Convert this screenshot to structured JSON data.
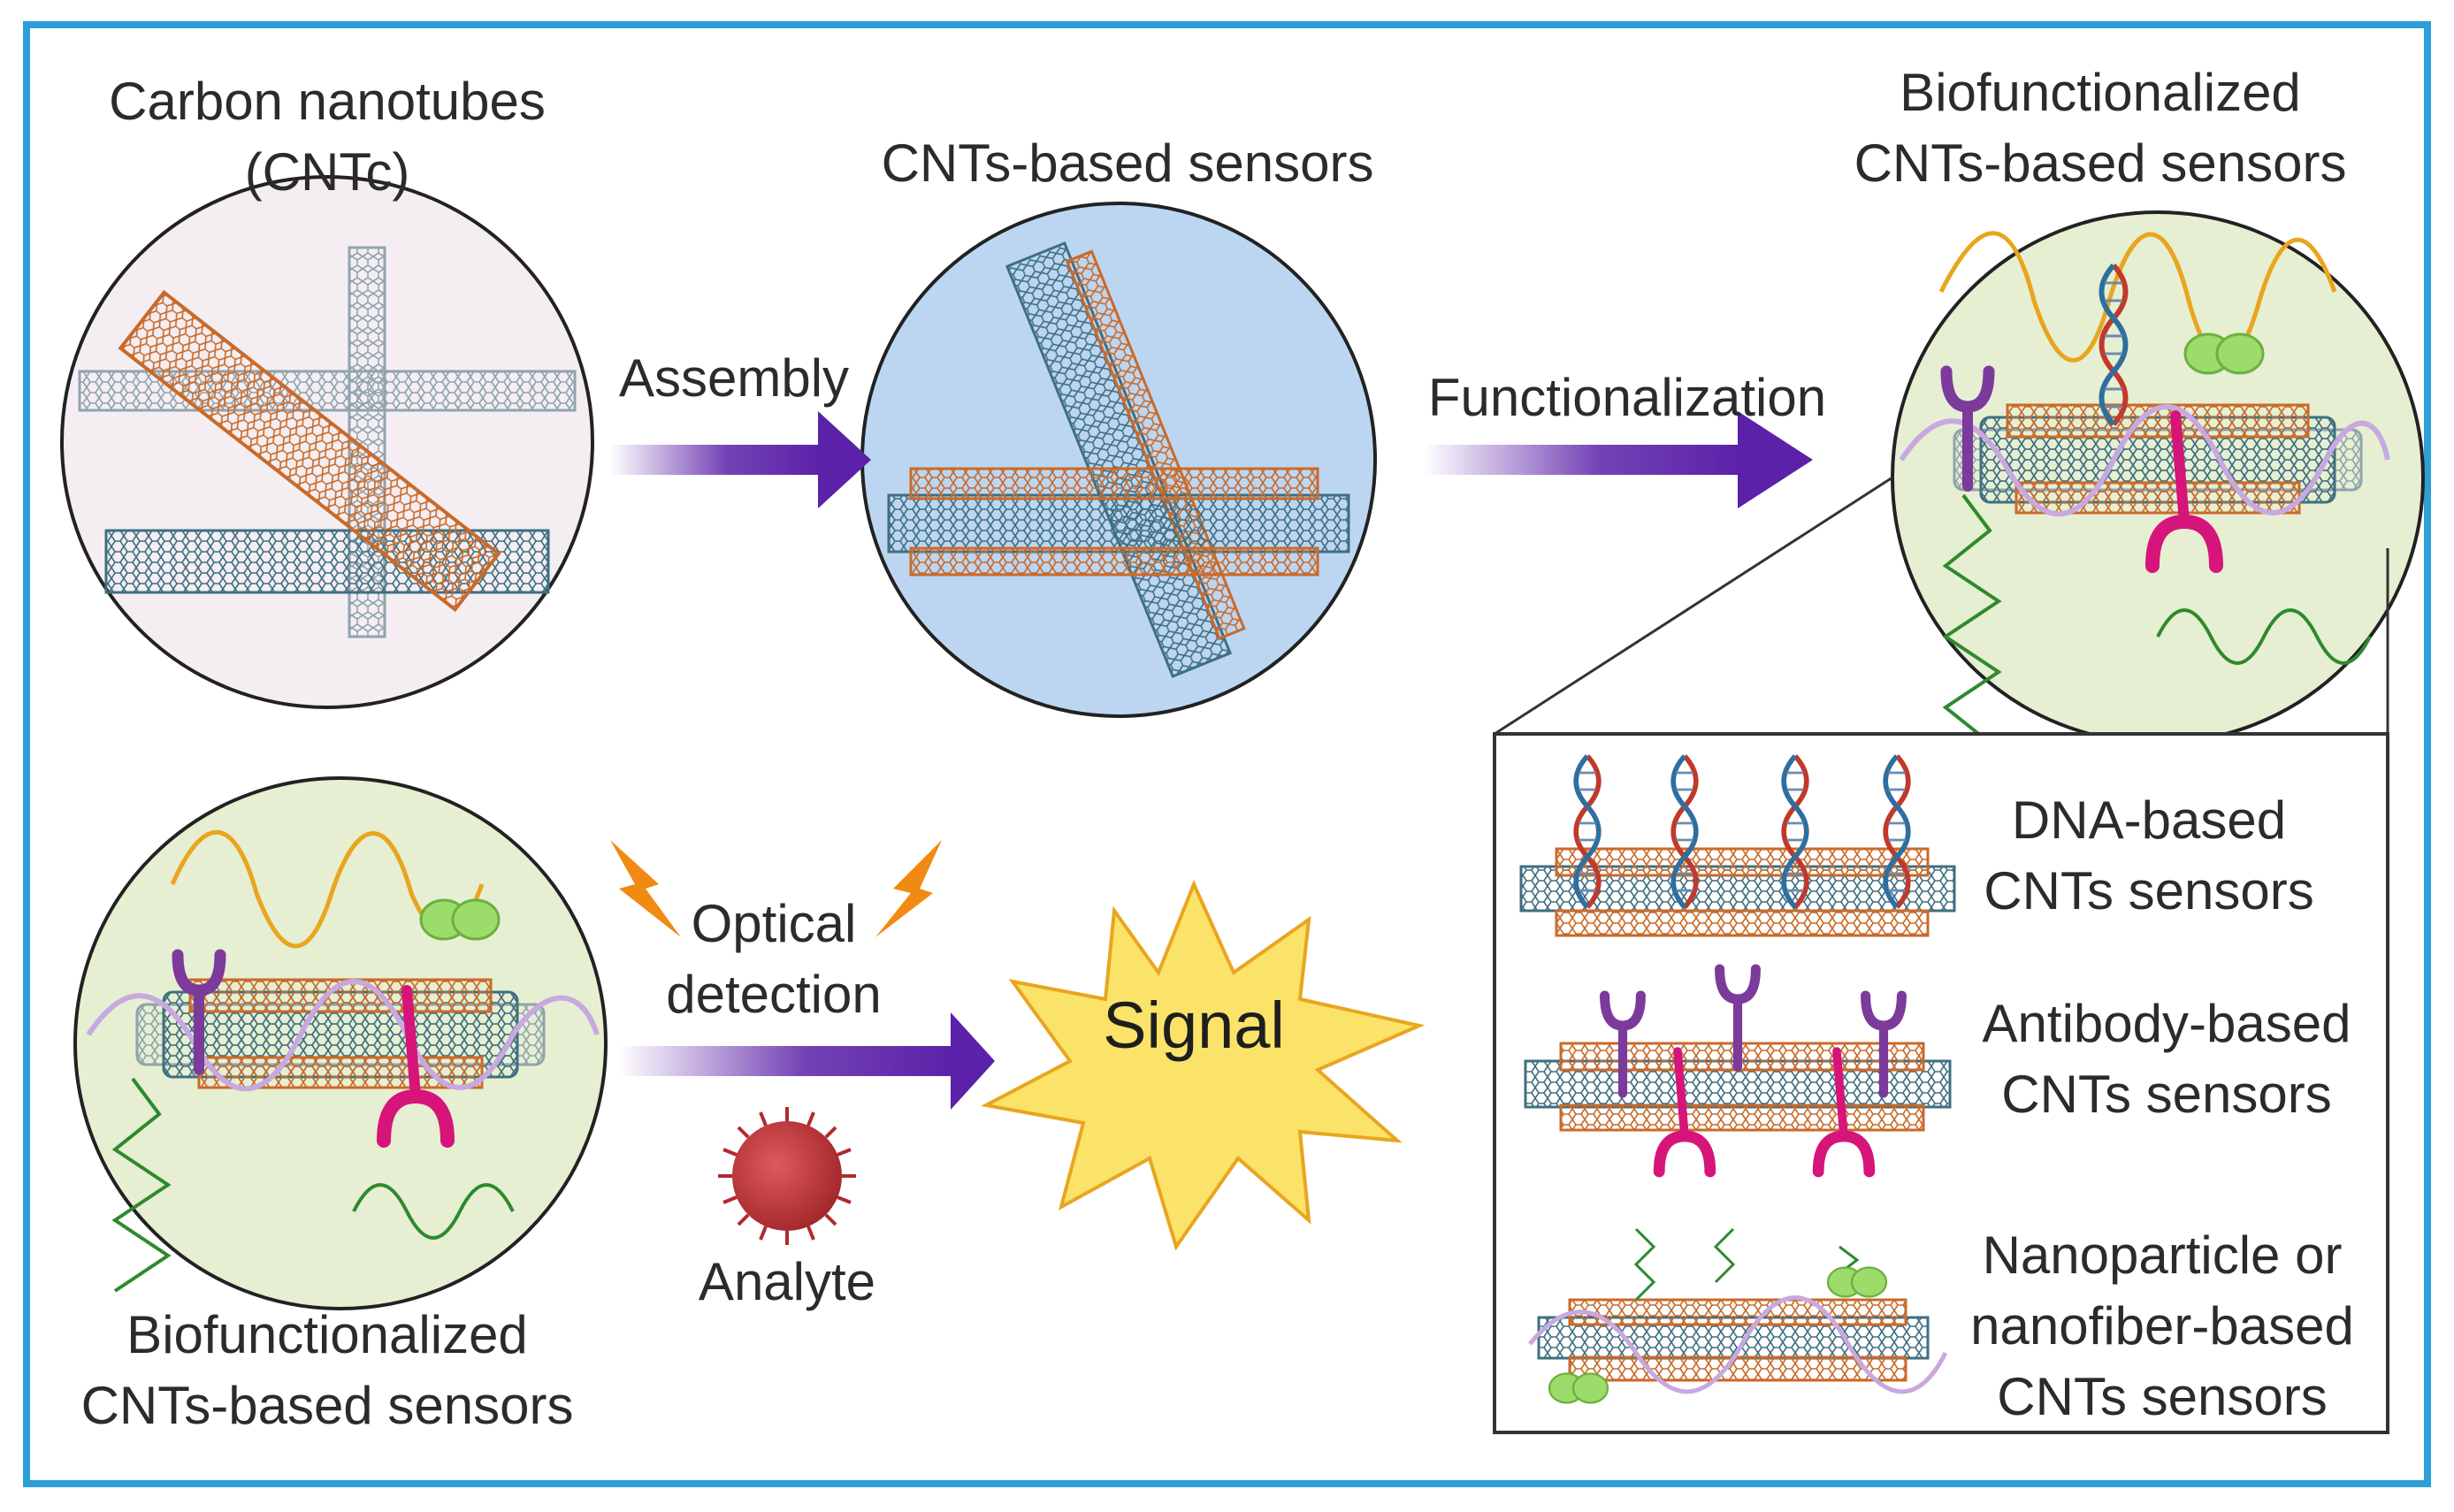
{
  "stage1": {
    "title_line1": "Carbon nanotubes",
    "title_line2": "(CNTc)"
  },
  "arrow1": {
    "label": "Assembly"
  },
  "stage2": {
    "title": "CNTs-based sensors"
  },
  "arrow2": {
    "label": "Functionalization"
  },
  "stage3": {
    "title_line1": "Biofunctionalized",
    "title_line2": "CNTs-based sensors"
  },
  "stage4": {
    "title_line1": "Biofunctionalized",
    "title_line2": "CNTs-based sensors"
  },
  "arrow3": {
    "label_line1": "Optical",
    "label_line2": "detection"
  },
  "analyte": {
    "label": "Analyte"
  },
  "signal": {
    "label": "Signal"
  },
  "legend": {
    "items": [
      {
        "line1": "DNA-based",
        "line2": "CNTs sensors"
      },
      {
        "line1": "Antibody-based",
        "line2": "CNTs sensors"
      },
      {
        "line1": "Nanoparticle or",
        "line2": "nanofiber-based",
        "line3": "CNTs sensors"
      }
    ]
  },
  "colors": {
    "frame": "#2a9fd8",
    "arrow": "#5b21a8",
    "orange_tube": "#c96a2a",
    "blue_tube": "#3f6f80",
    "grey_tube": "#8fa3ad",
    "circle1_fill": "#f4eef3",
    "circle2_fill": "#bcd6f2",
    "circle3_fill": "#e6efd2",
    "antibody_purple": "#7c3a9b",
    "antibody_pink": "#d6147a",
    "wave_yellow": "#e9a51e",
    "wave_green": "#2d8a2d",
    "wave_lilac": "#c8a8e0",
    "np_green": "#9bdc6a",
    "signal_fill": "#fbe36a",
    "analyte_red": "#c8363a",
    "lightning": "#f08a12"
  }
}
